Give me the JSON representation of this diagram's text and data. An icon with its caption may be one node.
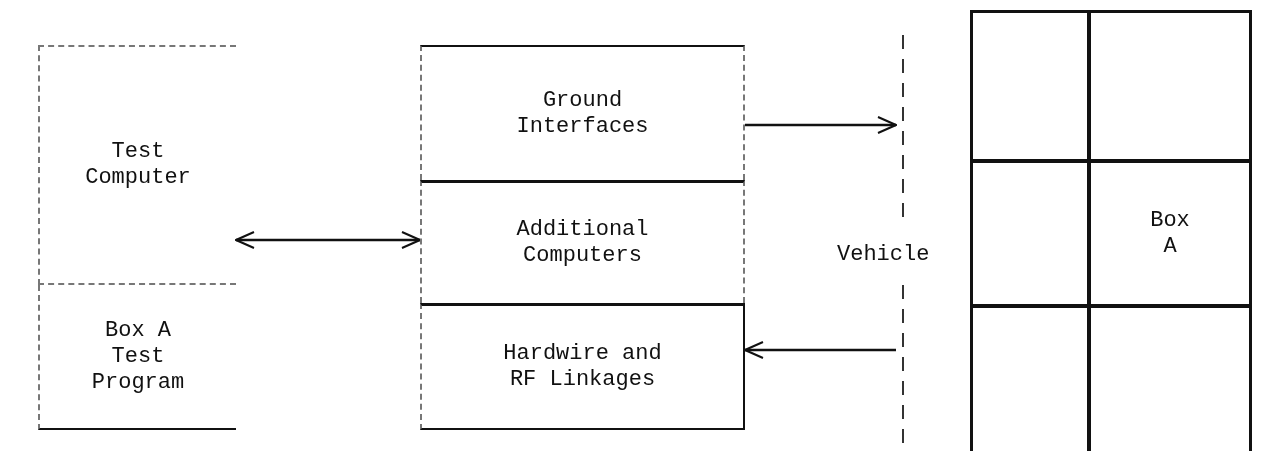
{
  "diagram": {
    "nodes": [
      {
        "text": [
          "Test Computer"
        ]
      },
      {
        "text": [
          "Box A Test Program"
        ]
      },
      {
        "text": [
          "Ground Interfaces"
        ]
      },
      {
        "text": [
          "Additional Computers"
        ]
      },
      {
        "text": [
          "Hardwire and RF Linkages"
        ]
      },
      {
        "text": [],
        "shape": "line",
        "beside": [
          "Vehicle"
        ]
      },
      {
        "text": [],
        "shape": "box"
      },
      {
        "text": [],
        "shape": "box"
      },
      {
        "text": [],
        "shape": "box"
      },
      {
        "text": [
          "Box A"
        ]
      },
      {
        "text": [],
        "shape": "box"
      },
      {
        "text": [],
        "shape": "box"
      }
    ],
    "edges": [
      {
        "from": 0,
        "to": 3,
        "arrow": "both"
      },
      {
        "from": 2,
        "to": 5,
        "arrow": "to"
      },
      {
        "from": 5,
        "to": 4,
        "arrow": "to"
      }
    ]
  }
}
